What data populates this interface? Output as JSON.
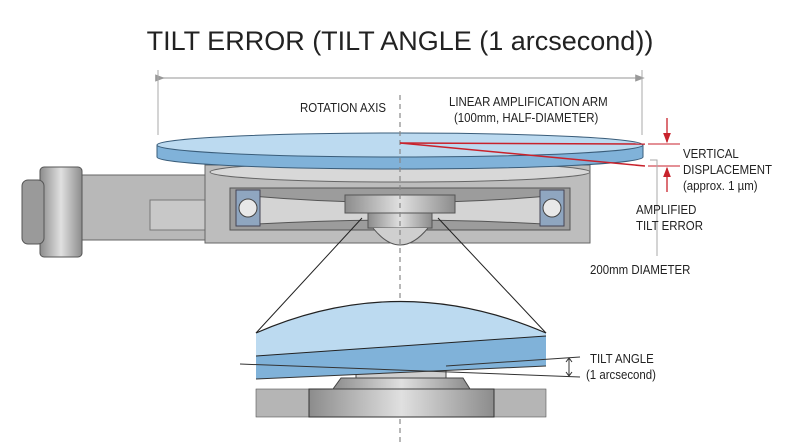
{
  "title": "TILT ERROR (TILT ANGLE (1 arcsecond))",
  "labels": {
    "rotation_axis": "ROTATION AXIS",
    "arm_line1": "LINEAR AMPLIFICATION ARM",
    "arm_line2": "(100mm, HALF-DIAMETER)",
    "vertical_line1": "VERTICAL",
    "vertical_line2": "DISPLACEMENT",
    "vertical_line3": "(approx. 1 µm)",
    "amplified_line1": "AMPLIFIED",
    "amplified_line2": "TILT ERROR",
    "diameter": "200mm DIAMETER",
    "tilt_line1": "TILT ANGLE",
    "tilt_line2": "(1 arcsecond)"
  },
  "colors": {
    "plate_top": "#bcdaf0",
    "plate_side": "#80b2d9",
    "red": "#c8222c",
    "metal": "#b5b5b5"
  }
}
